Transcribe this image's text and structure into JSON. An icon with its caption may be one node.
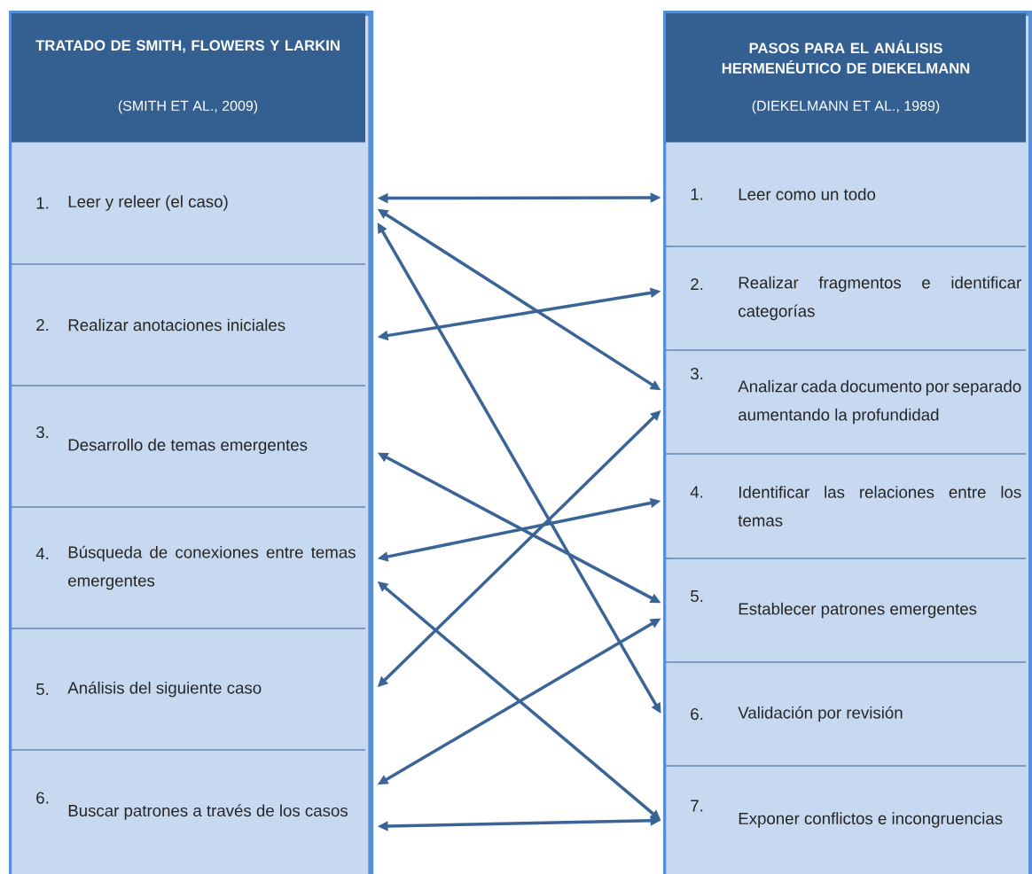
{
  "diagram": {
    "nodes": [
      {
        "text": [
          "TRATADO DE SMITH, FLOWERS Y LARKIN",
          "(SMITH ET AL., 2009)"
        ]
      },
      {
        "text": [
          "1.",
          "Leer y releer (el caso)"
        ],
        "in": 0
      },
      {
        "text": [
          "2.",
          "Realizar anotaciones iniciales"
        ],
        "in": 0
      },
      {
        "text": [
          "3.",
          "Desarrollo de temas emergentes"
        ],
        "in": 0
      },
      {
        "text": [
          "4.",
          "Búsqueda de conexiones entre temas emergentes"
        ],
        "in": 0
      },
      {
        "text": [
          "5.",
          "Análisis del siguiente caso"
        ],
        "in": 0
      },
      {
        "text": [
          "6.",
          "Buscar patrones a través de los casos"
        ],
        "in": 0
      },
      {
        "text": [
          "PASOS PARA EL ANÁLISIS HERMENÉUTICO DE DIEKELMANN",
          "(DIEKELMANN ET AL., 1989)"
        ]
      },
      {
        "text": [
          "1.",
          "Leer como un todo"
        ],
        "in": 7
      },
      {
        "text": [
          "2.",
          "Realizar fragmentos e identificar categorías"
        ],
        "in": 7
      },
      {
        "text": [
          "3.",
          "Analizar cada documento por separado aumentando la profundidad"
        ],
        "in": 7
      },
      {
        "text": [
          "4.",
          "Identificar las relaciones entre los temas"
        ],
        "in": 7
      },
      {
        "text": [
          "5.",
          "Establecer patrones emergentes"
        ],
        "in": 7
      },
      {
        "text": [
          "6.",
          "Validación por revisión"
        ],
        "in": 7
      },
      {
        "text": [
          "7.",
          "Exponer conflictos e incongruencias"
        ],
        "in": 7
      }
    ],
    "edges": [
      {
        "from": 1,
        "to": 8,
        "arrow": "both"
      },
      {
        "from": 1,
        "to": 10,
        "arrow": "both"
      },
      {
        "from": 1,
        "to": 13,
        "arrow": "both"
      },
      {
        "from": 2,
        "to": 9,
        "arrow": "both"
      },
      {
        "from": 3,
        "to": 12,
        "arrow": "both"
      },
      {
        "from": 4,
        "to": 11,
        "arrow": "both"
      },
      {
        "from": 4,
        "to": 14,
        "arrow": "both"
      },
      {
        "from": 5,
        "to": 10,
        "arrow": "both"
      },
      {
        "from": 6,
        "to": 12,
        "arrow": "both"
      },
      {
        "from": 6,
        "to": 14,
        "arrow": "both"
      }
    ]
  }
}
